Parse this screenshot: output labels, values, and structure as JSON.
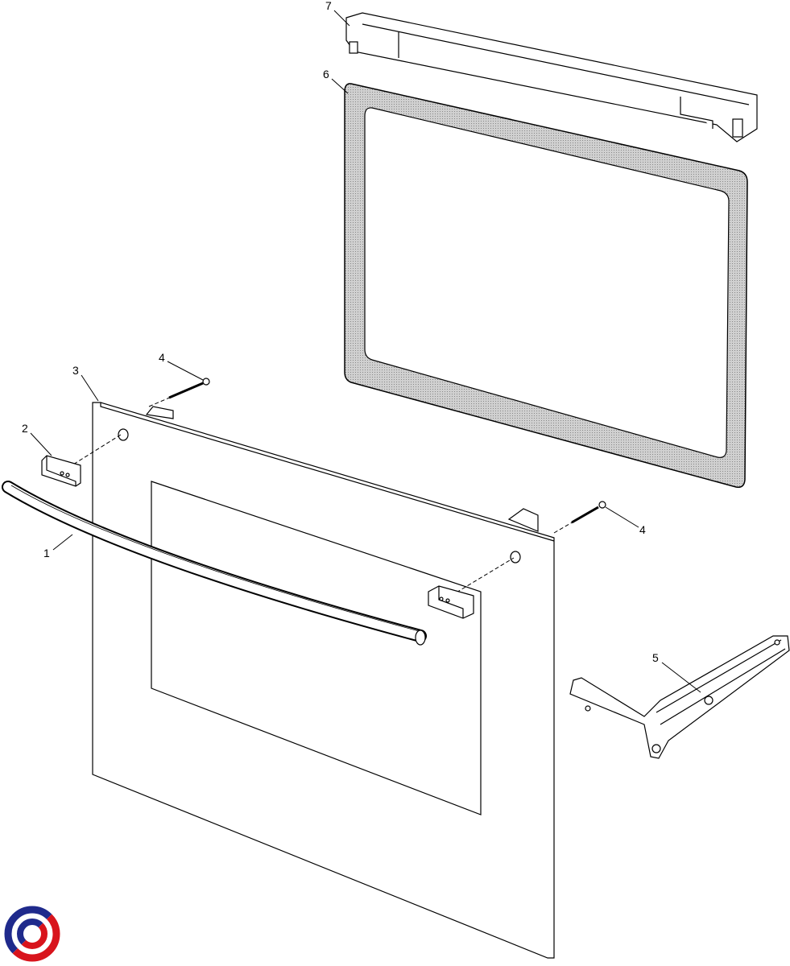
{
  "diagram": {
    "type": "exploded-parts-view",
    "callouts": {
      "handle": "1",
      "handle_bracket": "2",
      "outer_door_panel": "3",
      "screw_left": "4",
      "screw_right": "4",
      "hinge": "5",
      "inner_glass": "6",
      "top_trim": "7"
    },
    "colors": {
      "line": "#000000",
      "glass_frame": "#b8b8b8",
      "logo_blue": "#1f2a8c",
      "logo_red": "#d8141c"
    }
  }
}
